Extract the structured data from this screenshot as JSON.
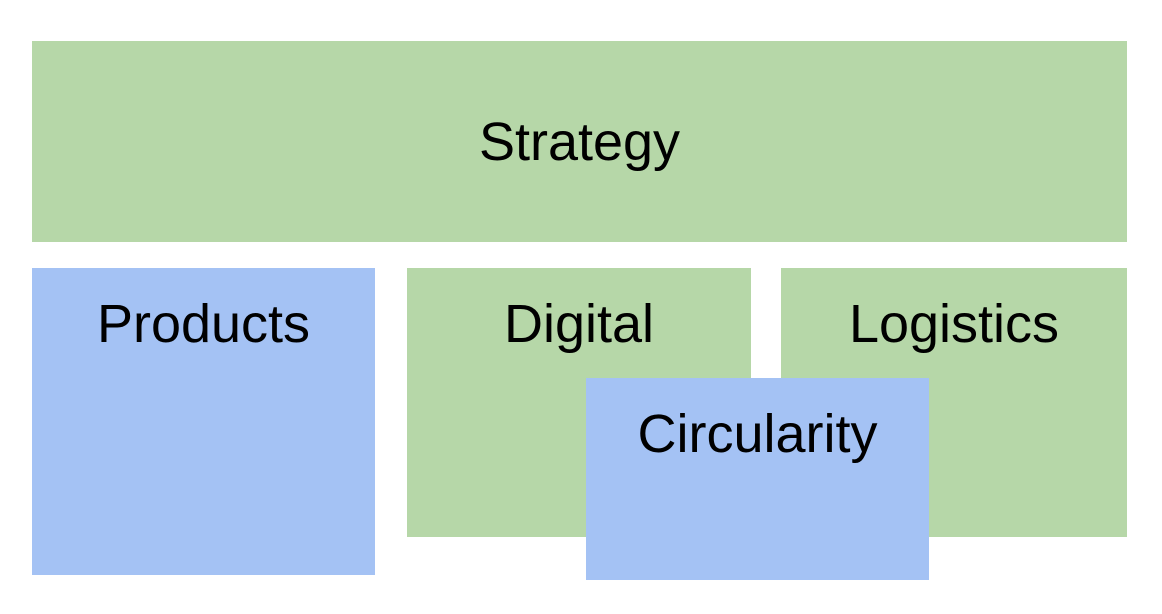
{
  "colors": {
    "green_block": "#b6d7a8",
    "blue_block": "#a4c2f4",
    "text": "#000000",
    "background": "#ffffff"
  },
  "blocks": {
    "strategy": "Strategy",
    "products": "Products",
    "digital": "Digital",
    "logistics": "Logistics",
    "circularity": "Circularity"
  }
}
